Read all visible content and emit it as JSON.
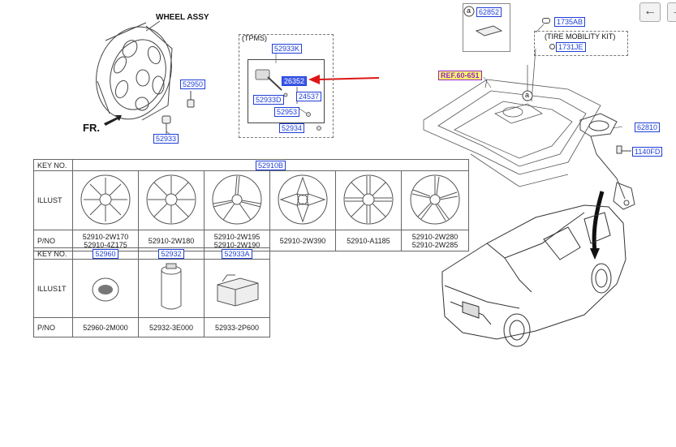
{
  "wheel": {
    "title": "WHEEL ASSY",
    "fr": "FR."
  },
  "tpms": {
    "label": "(TPMS)"
  },
  "tmk": {
    "label": "(TIRE MOBILITY KIT)"
  },
  "ref": "REF.60-651",
  "legend_a": "a",
  "callouts": {
    "p52950": "52950",
    "p52933": "52933",
    "p52933K": "52933K",
    "p26352": "26352",
    "p52933D": "52933D",
    "p24537": "24537",
    "p52953": "52953",
    "p52934": "52934",
    "p62852": "62852",
    "p1735AB": "1735AB",
    "p1731JE": "1731JE",
    "p62810": "62810",
    "p1140FD": "1140FD"
  },
  "table1": {
    "key_header": "KEY NO.",
    "illust_header": "ILLUST",
    "pno_header": "P/NO",
    "key": "52910B",
    "parts": [
      [
        "52910-2W170",
        "52910-4Z175"
      ],
      [
        "52910-2W180"
      ],
      [
        "52910-2W195",
        "52910-2W190"
      ],
      [
        "52910-2W390"
      ],
      [
        "52910-A1185"
      ],
      [
        "52910-2W280",
        "52910-2W285"
      ]
    ]
  },
  "table2": {
    "key_header": "KEY NO.",
    "illust_header": "ILLUS1T",
    "pno_header": "P/NO",
    "keys": [
      "52960",
      "52932",
      "52933A"
    ],
    "parts": [
      "52960-2M000",
      "52932-3E000",
      "52933-2P600"
    ]
  },
  "nav": {
    "back_icon": "←",
    "forward_icon": "→"
  },
  "colors": {
    "callout": "#1f3fd6",
    "selected_bg": "#3d57e8",
    "ref_bg": "#f4ff6a",
    "ref_text": "#9b1fc8",
    "arrow": "#e01515"
  }
}
